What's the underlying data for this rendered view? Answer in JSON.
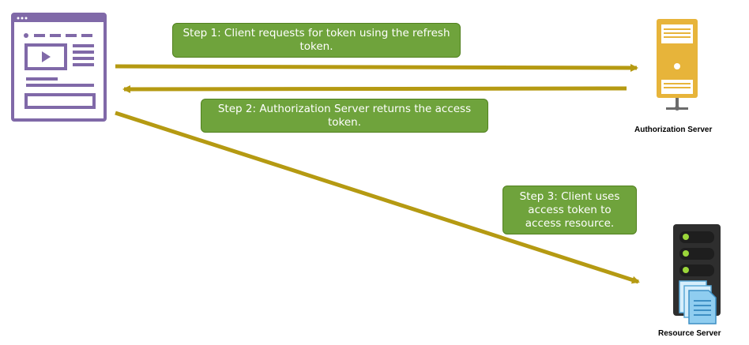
{
  "colors": {
    "arrow": "#b59a12",
    "step_box_fill": "#6fa33c",
    "client_icon": "#8069a8",
    "auth_server": "#e7b43a",
    "resource_server": "#2e2e2e",
    "resource_led": "#9bd63a",
    "resource_doc": "#8fcdf0"
  },
  "icons": {
    "client": "browser-window-icon",
    "authorization_server": "server-tower-icon",
    "resource_server": "server-rack-with-documents-icon"
  },
  "steps": [
    {
      "text": "Step 1: Client requests for token using the refresh token."
    },
    {
      "text": "Step 2: Authorization Server returns the access token."
    },
    {
      "text": "Step 3: Client uses access token to access resource."
    }
  ],
  "labels": {
    "authorization_server": "Authorization Server",
    "resource_server": "Resource Server"
  }
}
